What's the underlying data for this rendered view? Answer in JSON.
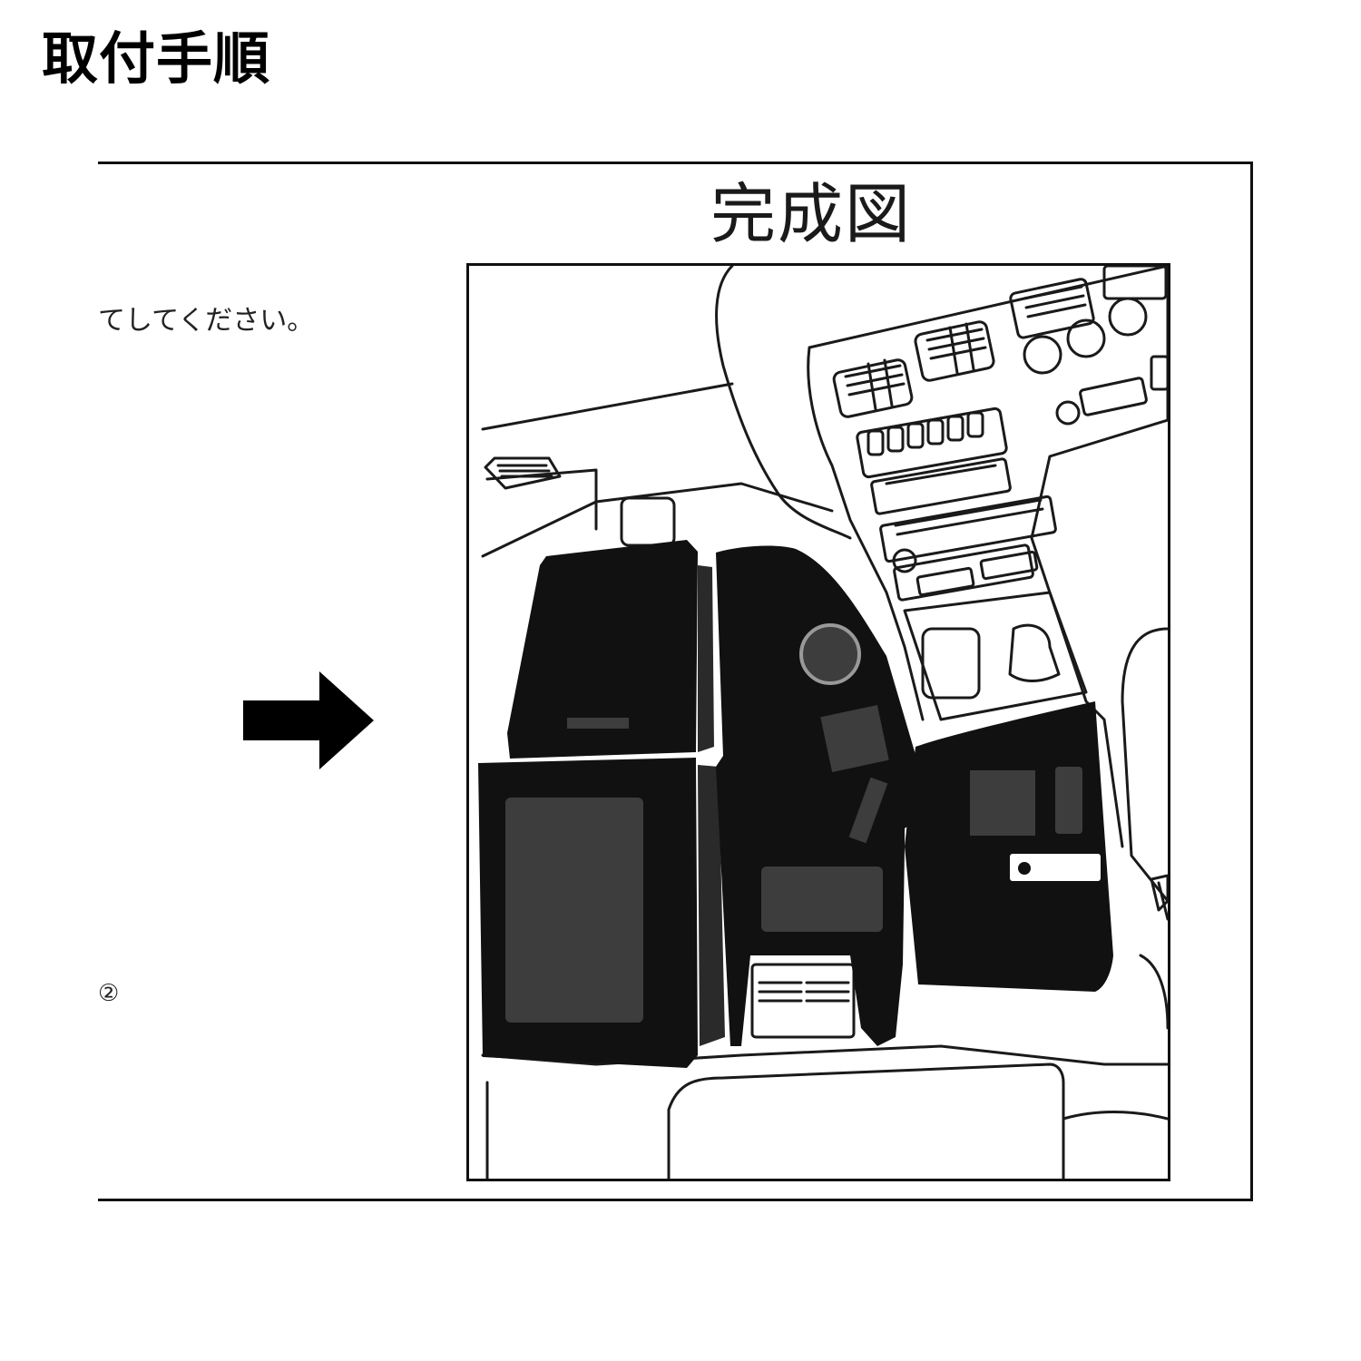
{
  "page": {
    "title": "取付手順",
    "instruction_text": "てしてください。",
    "step_marker": "②",
    "figure_title": "完成図"
  },
  "colors": {
    "mat": "#111111",
    "mat_panel": "#3d3d3d",
    "line": "#1a1a1a"
  },
  "icons": {
    "arrow": "right-arrow-icon"
  }
}
